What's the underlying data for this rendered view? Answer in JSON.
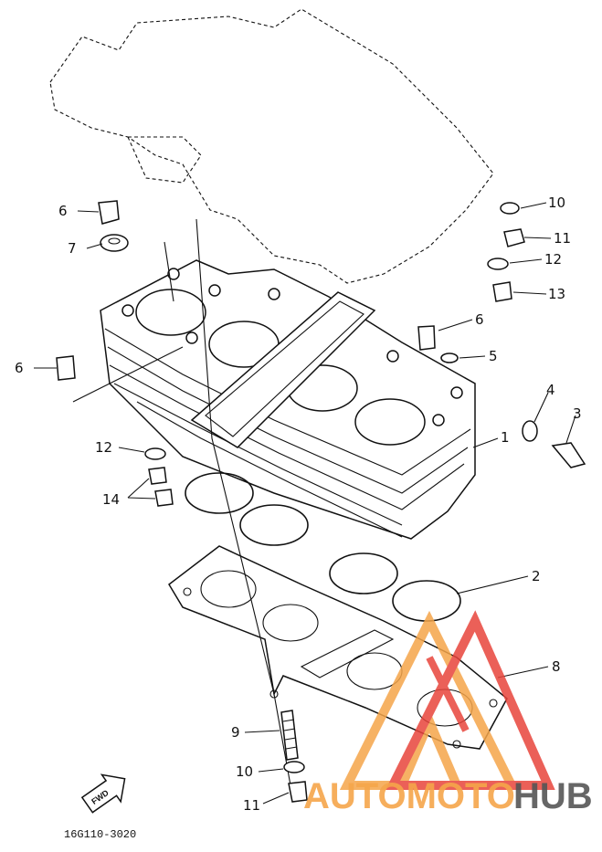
{
  "callouts": {
    "p1": "1",
    "p2": "2",
    "p3": "3",
    "p4": "4",
    "p5": "5",
    "p6a": "6",
    "p6b": "6",
    "p6c": "6",
    "p7": "7",
    "p8": "8",
    "p9": "9",
    "p10a": "10",
    "p10b": "10",
    "p11a": "11",
    "p11b": "11",
    "p12a": "12",
    "p12b": "12",
    "p13": "13",
    "p14": "14"
  },
  "fwd_label": "FWD",
  "diagram_code": "16G110-3020",
  "watermark": {
    "part1": "AUTOMOTO",
    "part2": "HUB",
    "color_orange": "#f5a54a",
    "color_red": "#e8453c",
    "color_gray": "#555555"
  }
}
